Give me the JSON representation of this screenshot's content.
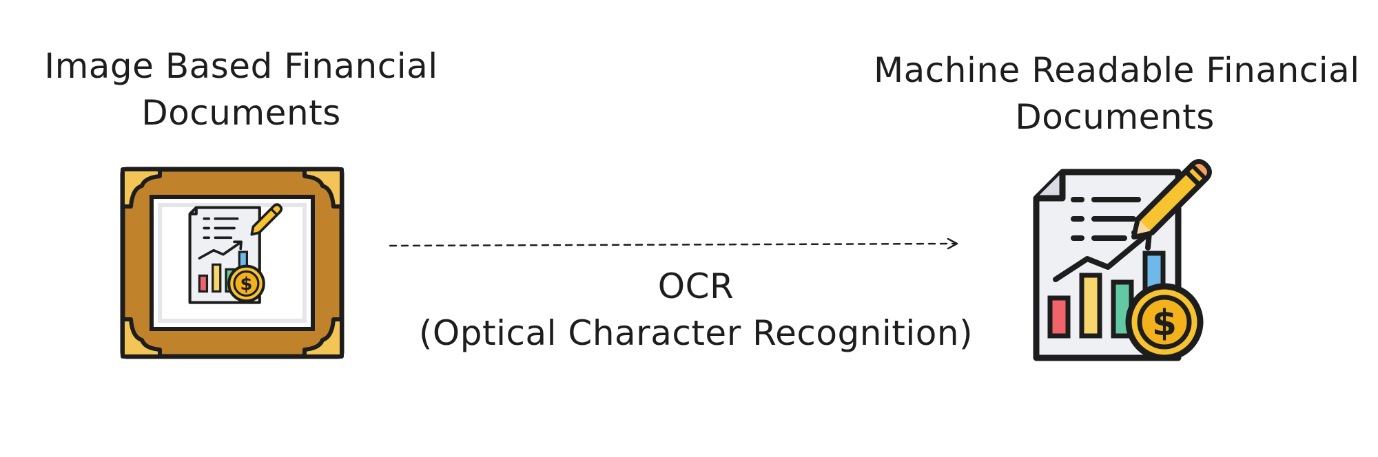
{
  "source": {
    "title_lines": [
      "Image Based Financial",
      "Documents"
    ],
    "icon": "framed-financial-document-icon"
  },
  "target": {
    "title_lines": [
      "Machine Readable Financial",
      "Documents"
    ],
    "icon": "financial-document-icon"
  },
  "process": {
    "lines": [
      "OCR",
      "(Optical Character Recognition)"
    ],
    "arrow": "dashed-arrow-right"
  },
  "colors": {
    "stroke": "#1d1d1d",
    "frame_wood": "#c0832b",
    "frame_corner": "#f3c557",
    "paper": "#eef0f3",
    "coin": "#f7c331",
    "bar_red": "#f2646b",
    "bar_yellow": "#f7d66d",
    "bar_green": "#62c9a2",
    "bar_blue": "#6fb8ea",
    "pencil": "#f7c331"
  }
}
